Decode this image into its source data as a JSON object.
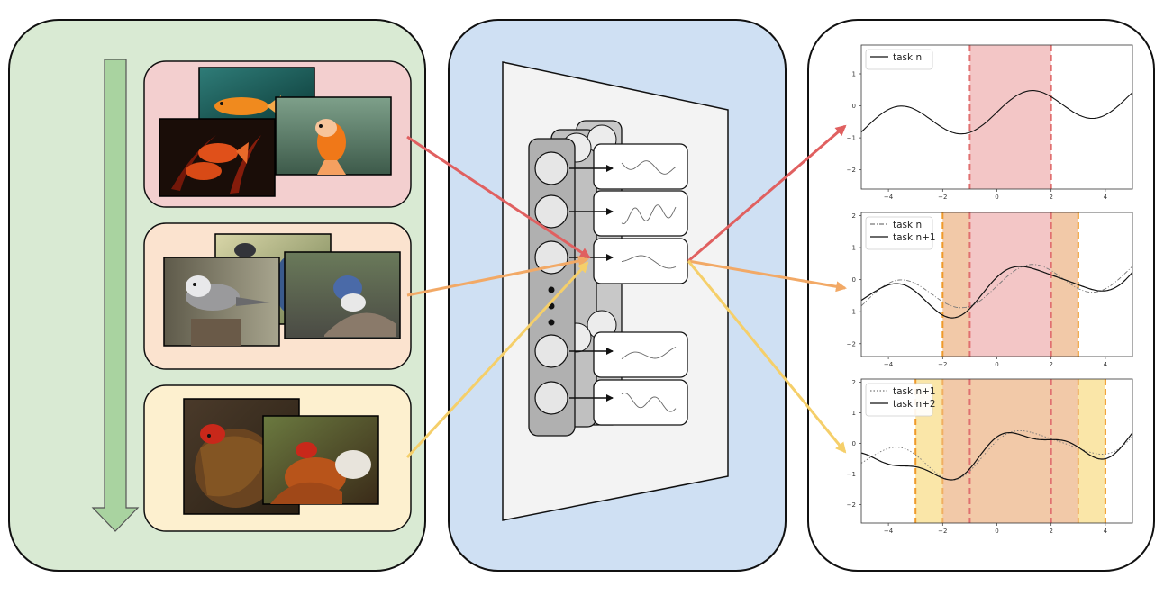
{
  "plots": [
    {
      "legend": [
        {
          "label": "task n",
          "style": "solid"
        }
      ],
      "x_ticks": [
        "−4",
        "−2",
        "0",
        "2",
        "4"
      ],
      "y_ticks": [
        "1",
        "0",
        "−1",
        "−2"
      ]
    },
    {
      "legend": [
        {
          "label": "task n",
          "style": "dashdot"
        },
        {
          "label": "task n+1",
          "style": "solid"
        }
      ],
      "x_ticks": [
        "−4",
        "−2",
        "0",
        "2",
        "4"
      ],
      "y_ticks": [
        "2",
        "1",
        "0",
        "−1",
        "−2"
      ]
    },
    {
      "legend": [
        {
          "label": "task n+1",
          "style": "dotted"
        },
        {
          "label": "task n+2",
          "style": "solid"
        }
      ],
      "x_ticks": [
        "−4",
        "−2",
        "0",
        "2",
        "4"
      ],
      "y_ticks": [
        "2",
        "1",
        "0",
        "−1",
        "−2"
      ]
    }
  ],
  "colors": {
    "left_panel": "#d9ead3",
    "middle_panel": "#cfe0f3",
    "task1_fill": "#f3cfcf",
    "task2_fill": "#fbe3cf",
    "task3_fill": "#fdf0cf",
    "arrow_task1": "#e06060",
    "arrow_task2": "#f2a966",
    "arrow_task3": "#f5cf6a"
  },
  "icons": {
    "time_arrow": "down-arrow-icon",
    "goldfish": "goldfish-photo",
    "birds": "bird-photo",
    "chickens": "chicken-photo"
  }
}
